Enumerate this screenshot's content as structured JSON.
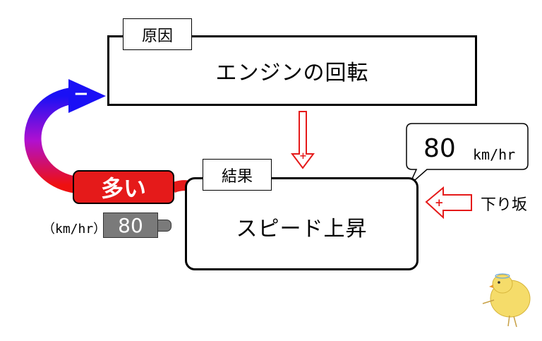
{
  "cause": {
    "tag": "原因",
    "text": "エンジンの回転"
  },
  "effect": {
    "tag": "結果",
    "text": "スピード上昇"
  },
  "speed_bubble": {
    "value": "80",
    "unit": "km/hr"
  },
  "downhill": {
    "label": "下り坂",
    "sign": "+"
  },
  "feedback": {
    "label": "多い",
    "sign": "−"
  },
  "gauge": {
    "unit": "（km/hr）",
    "value": "80"
  },
  "cause_to_effect": {
    "sign": "+"
  },
  "colors": {
    "red": "#e51a1a",
    "blue_arrow": "#1f1ff2",
    "gradient_top": "#1a10f5",
    "gradient_bottom": "#ee1010",
    "gauge_gray": "#7a7a7a"
  },
  "icons": [
    "down-arrow-icon",
    "right-arrow-icon",
    "feedback-arc-arrow",
    "chick-icon"
  ]
}
